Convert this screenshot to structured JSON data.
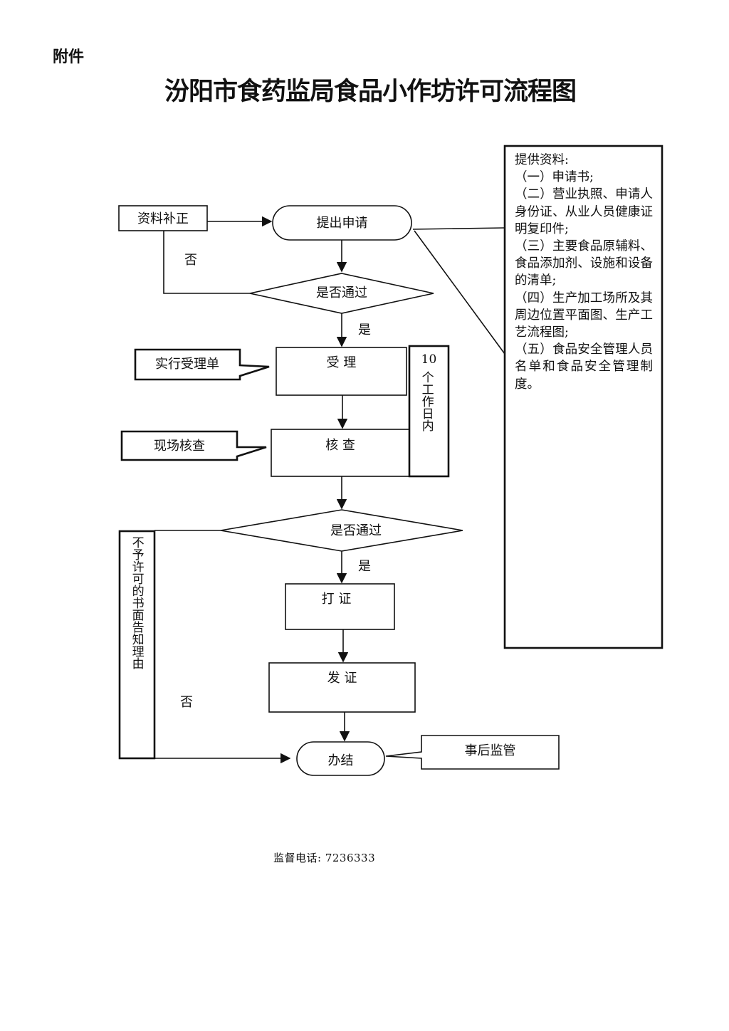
{
  "header": {
    "attachment_label": "附件",
    "title": "汾阳市食药监局食品小作坊许可流程图"
  },
  "flow": {
    "supplement": "资料补正",
    "apply": "提出申请",
    "check_pass_1": "是否通过",
    "no_1": "否",
    "yes_1": "是",
    "accept": "受 理",
    "accept_note": "实行受理单",
    "inspect": "核 查",
    "inspect_note": "现场核查",
    "time_limit_number": "10",
    "time_limit_text": "个工作日内",
    "check_pass_2": "是否通过",
    "yes_2": "是",
    "no_2": "否",
    "refuse": "不予许可的书面告知理由",
    "print_cert": "打 证",
    "issue_cert": "发 证",
    "finish": "办结",
    "supervise": "事后监管"
  },
  "materials": {
    "heading": "提供资料:",
    "items": [
      "（一）申请书;",
      "（二）营业执照、申请人身份证、从业人员健康证明复印件;",
      "（三）主要食品原辅料、食品添加剂、设施和设备的清单;",
      "（四）生产加工场所及其周边位置平面图、生产工艺流程图;",
      "（五）食品安全管理人员名单和食品安全管理制度。"
    ]
  },
  "footer": {
    "phone": "监督电话: 7236333"
  }
}
